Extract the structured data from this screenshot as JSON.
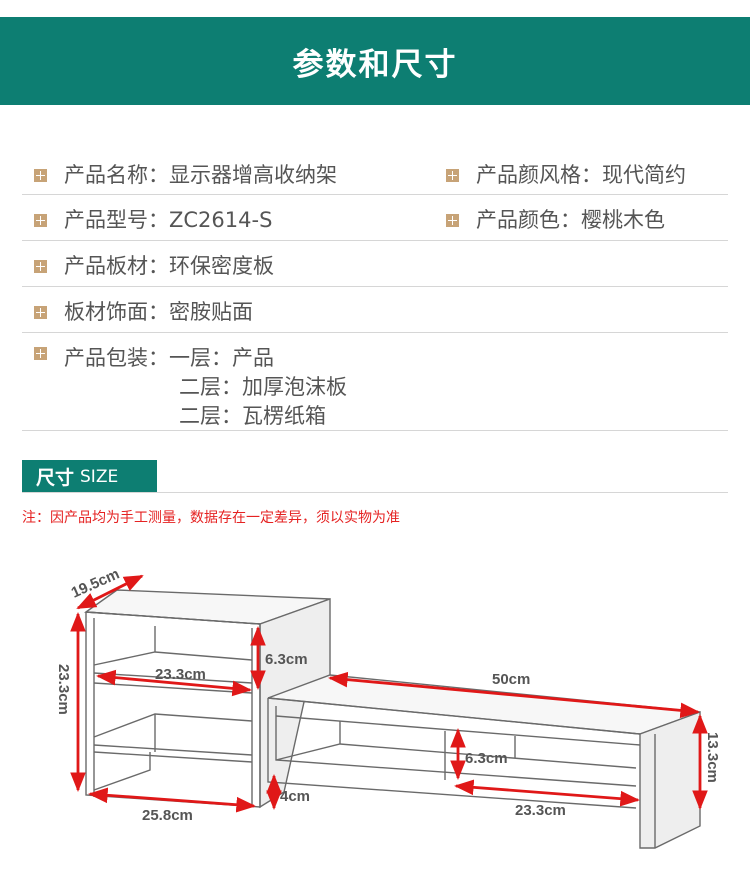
{
  "header": {
    "title": "参数和尺寸"
  },
  "specs": {
    "row1": {
      "left": "产品名称：显示器增高收纳架",
      "right": "产品颜风格：现代简约"
    },
    "row2": {
      "left": "产品型号：ZC2614-S",
      "right": "产品颜色：樱桃木色"
    },
    "row3": {
      "left": "产品板材：环保密度板"
    },
    "row4": {
      "left": "板材饰面：密胺贴面"
    },
    "row5": {
      "line1": "产品包装：一层：产品",
      "line2": "二层：加厚泡沫板",
      "line3": "二层：瓦楞纸箱"
    }
  },
  "size_section": {
    "title": "尺寸",
    "subtitle": "SIZE"
  },
  "note": "注：因产品均为手工测量，数据存在一定差异，须以实物为准",
  "dimensions": {
    "depth": "19.5cm",
    "height_left": "23.3cm",
    "inner_width_left": "23.3cm",
    "shelf_gap_left": "6.3cm",
    "base_width_left": "25.8cm",
    "foot_height": "4cm",
    "total_length": "50cm",
    "shelf_gap_right": "6.3cm",
    "inner_width_right": "23.3cm",
    "height_right": "13.3cm"
  },
  "colors": {
    "brand": "#0d7e72",
    "accent": "#c7a377",
    "warning": "#e52222",
    "dimension_line": "#e01818"
  }
}
